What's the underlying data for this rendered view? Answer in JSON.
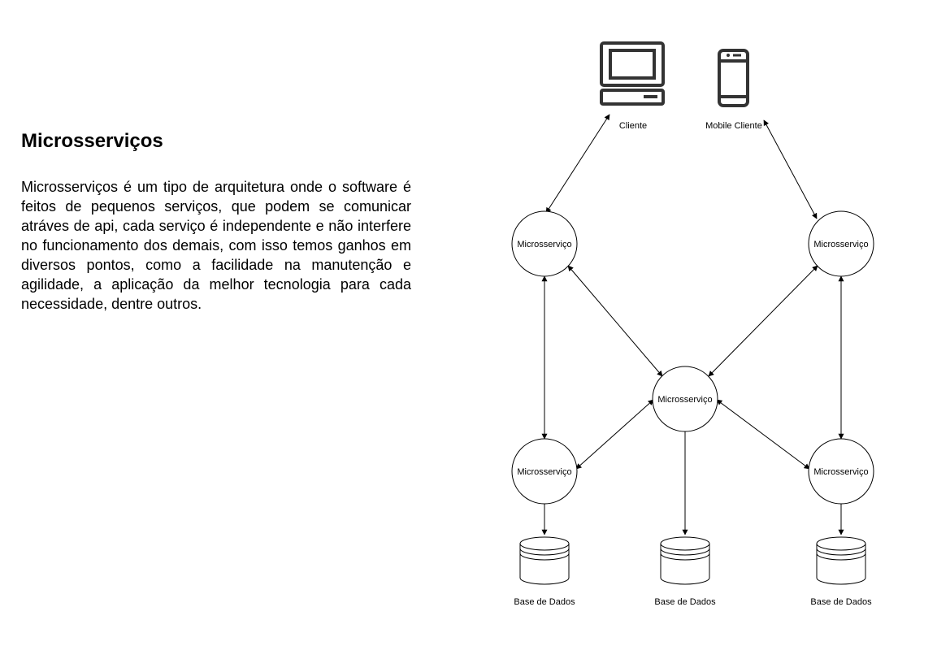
{
  "text": {
    "title": "Microsserviços",
    "description": "Microsserviços é um tipo de arquitetura onde o software é feitos de pequenos serviços, que podem se comunicar atráves de api, cada serviço é independente e não interfere no funcionamento dos demais, com isso temos ganhos em diversos pontos, como a facilidade na manutenção e agilidade, a aplicação da melhor tecnologia para cada necessidade, dentre outros."
  },
  "diagram": {
    "clients": [
      {
        "label": "Cliente",
        "icon": "desktop-computer-icon"
      },
      {
        "label": "Mobile Cliente",
        "icon": "mobile-phone-icon"
      }
    ],
    "services": [
      {
        "label": "Microsserviço"
      },
      {
        "label": "Microsserviço"
      },
      {
        "label": "Microsserviço"
      },
      {
        "label": "Microsserviço"
      },
      {
        "label": "Microsserviço"
      }
    ],
    "databases": [
      {
        "label": "Base de Dados",
        "icon": "database-icon"
      },
      {
        "label": "Base de Dados",
        "icon": "database-icon"
      },
      {
        "label": "Base de Dados",
        "icon": "database-icon"
      }
    ]
  }
}
